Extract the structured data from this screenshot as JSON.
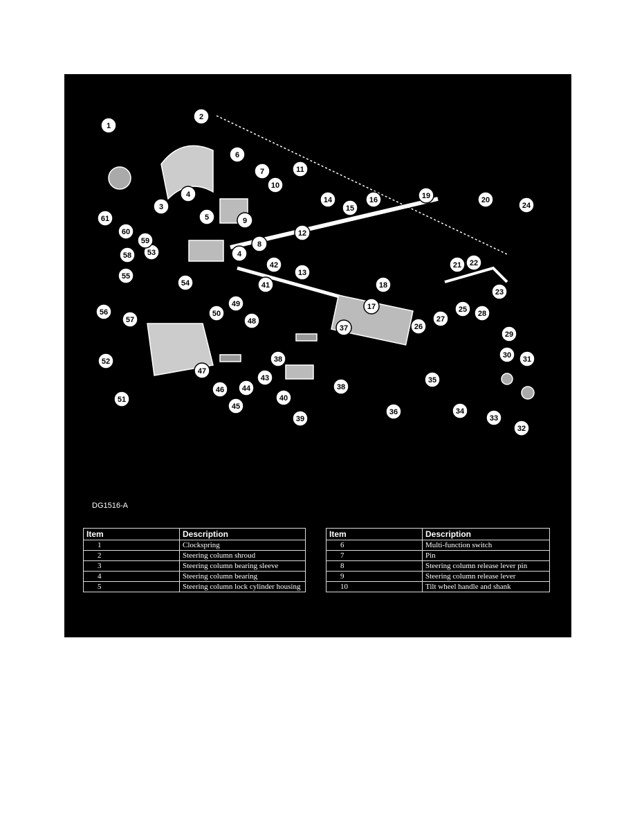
{
  "figure": {
    "id": "DG1516-A",
    "callouts": [
      "1",
      "2",
      "3",
      "4",
      "4",
      "5",
      "6",
      "7",
      "8",
      "9",
      "10",
      "11",
      "12",
      "13",
      "14",
      "15",
      "16",
      "17",
      "18",
      "19",
      "20",
      "21",
      "22",
      "23",
      "24",
      "25",
      "26",
      "27",
      "28",
      "29",
      "30",
      "31",
      "32",
      "33",
      "34",
      "35",
      "36",
      "37",
      "38",
      "38",
      "39",
      "40",
      "41",
      "42",
      "43",
      "44",
      "45",
      "46",
      "47",
      "48",
      "49",
      "50",
      "51",
      "52",
      "53",
      "54",
      "55",
      "56",
      "57",
      "58",
      "59",
      "60",
      "61"
    ]
  },
  "tables": [
    {
      "headers": [
        "Item",
        "Description"
      ],
      "rows": [
        [
          "1",
          "Clockspring"
        ],
        [
          "2",
          "Steering column shroud"
        ],
        [
          "3",
          "Steering column bearing sleeve"
        ],
        [
          "4",
          "Steering column bearing"
        ],
        [
          "5",
          "Steering column lock cylinder housing"
        ]
      ]
    },
    {
      "headers": [
        "Item",
        "Description"
      ],
      "rows": [
        [
          "6",
          "Multi-function switch"
        ],
        [
          "7",
          "Pin"
        ],
        [
          "8",
          "Steering column release lever pin"
        ],
        [
          "9",
          "Steering column release lever"
        ],
        [
          "10",
          "Tilt wheel handle and shank"
        ]
      ]
    }
  ]
}
